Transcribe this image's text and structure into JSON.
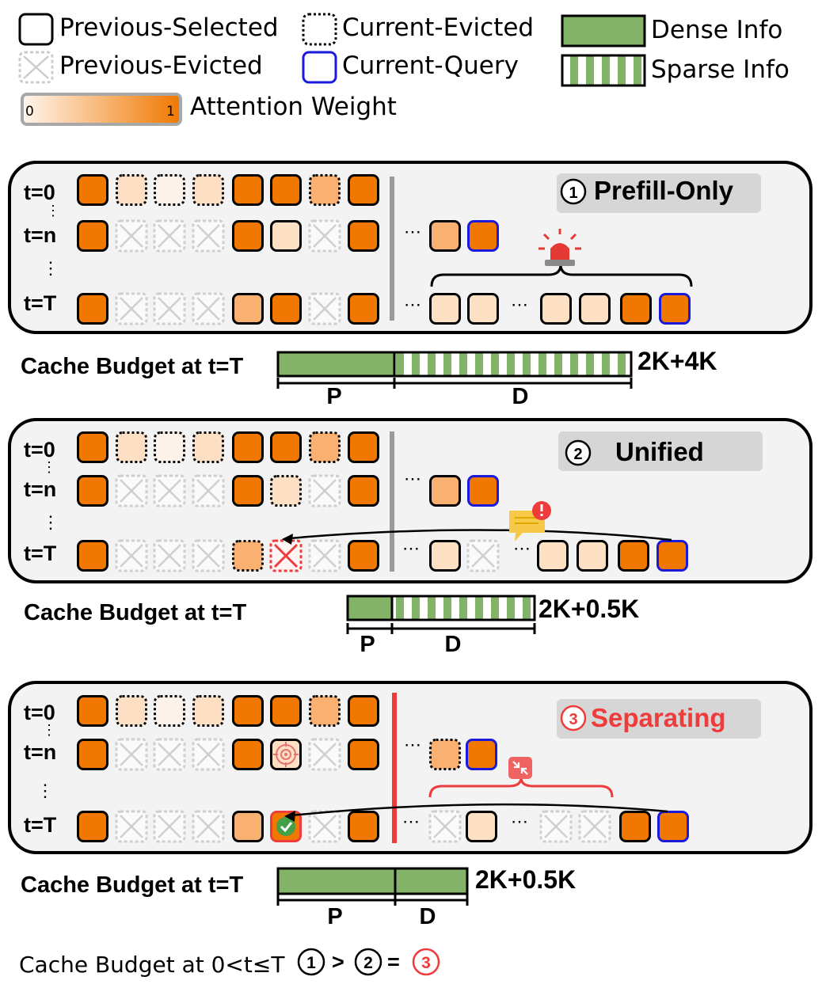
{
  "legend": {
    "previous_selected": "Previous-Selected",
    "current_evicted": "Current-Evicted",
    "previous_evicted": "Previous-Evicted",
    "current_query": "Current-Query",
    "dense_info": "Dense Info",
    "sparse_info": "Sparse Info",
    "attention_weight": "Attention Weight",
    "scale_min": "0",
    "scale_max": "1"
  },
  "colors": {
    "orange_high": "#f07800",
    "orange_mid": "#f9b070",
    "orange_light": "#fde0c4",
    "orange_faint": "#fef3ea",
    "dense_green": "#82b366",
    "query_blue": "#1a1adb",
    "alert_red": "#ee3b3b",
    "title_gray": "#d6d6d6",
    "panel_bg": "#f3f3f3"
  },
  "time_labels": [
    "t=0",
    "t=n",
    "t=T"
  ],
  "panels": [
    {
      "number": "1",
      "title": "Prefill-Only",
      "budget_label": "Cache Budget at t=T",
      "p_label": "P",
      "d_label": "D",
      "size_label": "2K+4K",
      "icon": "siren-icon"
    },
    {
      "number": "2",
      "title": "Unified",
      "budget_label": "Cache Budget at t=T",
      "p_label": "P",
      "d_label": "D",
      "size_label": "2K+0.5K",
      "icon": "warning-message-icon"
    },
    {
      "number": "3",
      "title": "Separating",
      "budget_label": "Cache Budget at t=T",
      "p_label": "P",
      "d_label": "D",
      "size_label": "2K+0.5K",
      "icon": "compress-icon"
    }
  ],
  "footer": {
    "label": "Cache Budget at 0<t≤T",
    "c1": "1",
    "gt": ">",
    "c2": "2",
    "eq": "=",
    "c3": "3"
  }
}
